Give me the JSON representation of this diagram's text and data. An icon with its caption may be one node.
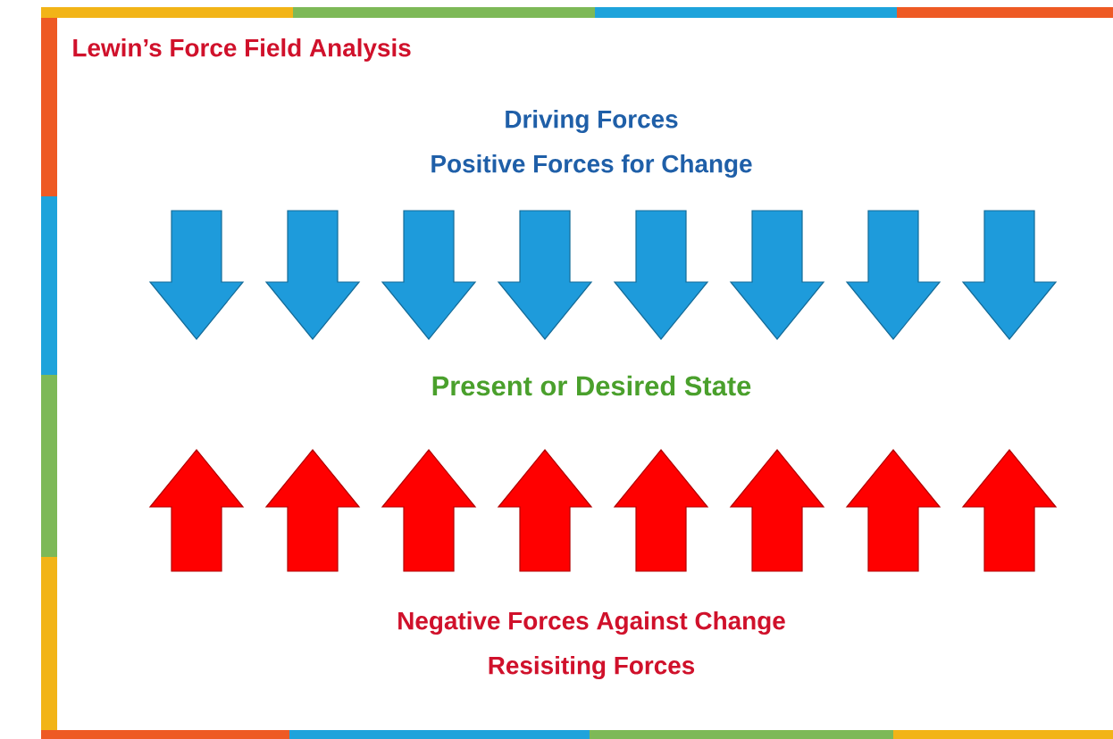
{
  "diagram": {
    "title": "Lewin’s Force Field Analysis",
    "labels": [
      "Driving Forces",
      "Positive Forces for Change",
      "Present or Desired State",
      "Negative Forces Against Change",
      "Resisiting Forces"
    ]
  }
}
